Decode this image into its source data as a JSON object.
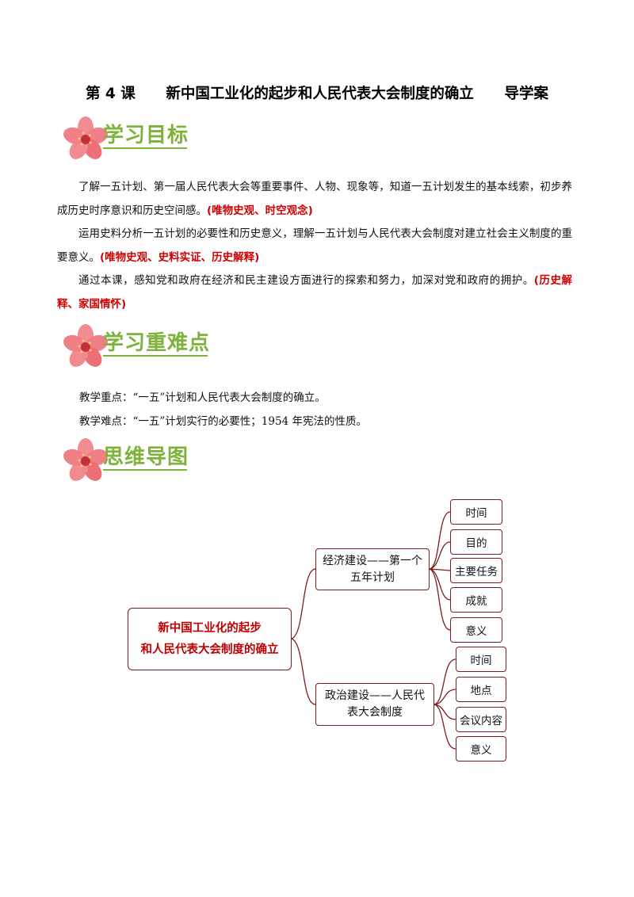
{
  "title": {
    "lesson": "第 4 课",
    "topic": "新中国工业化的起步和人民代表大会制度的确立",
    "suffix": "导学案"
  },
  "sections": {
    "goals": {
      "heading": "学习目标",
      "paragraphs": [
        {
          "text": "了解一五计划、第一届人民代表大会等重要事件、人物、现象等，知道一五计划发生的基本线索，初步养成历史时序意识和历史空间感。",
          "tag": "(唯物史观、时空观念)"
        },
        {
          "text": "运用史料分析一五计划的必要性和历史意义，理解一五计划与人民代表大会制度对建立社会主义制度的重要意义。",
          "tag": "(唯物史观、史料实证、历史解释)"
        },
        {
          "text": "通过本课，感知党和政府在经济和民主建设方面进行的探索和努力，加深对党和政府的拥护。",
          "tag": "(历史解释、家国情怀)"
        }
      ]
    },
    "key_points": {
      "heading": "学习重难点",
      "focus": "教学重点：“一五”计划和人民代表大会制度的确立。",
      "difficulty": "教学难点：“一五”计划实行的必要性；1954 年宪法的性质。"
    },
    "mindmap": {
      "heading": "思维导图",
      "root": [
        "新中国工业化的起步",
        "和人民代表大会制度的确立"
      ],
      "branch_economic": {
        "label": [
          "经济建设——第一个",
          "五年计划"
        ],
        "leaves": [
          "时间",
          "目的",
          "主要任务",
          "成就",
          "意义"
        ]
      },
      "branch_political": {
        "label": [
          "政治建设——人民代",
          "表大会制度"
        ],
        "leaves": [
          "时间",
          "地点",
          "会议内容",
          "意义"
        ]
      }
    }
  },
  "colors": {
    "heading_green": "#7db33a",
    "tag_red": "#d10000",
    "root_text_red": "#c00000",
    "box_border": "#7a1d1d",
    "flower_pink": "#f07f86"
  },
  "icons": {
    "section_icon": "plum-blossom-icon"
  }
}
